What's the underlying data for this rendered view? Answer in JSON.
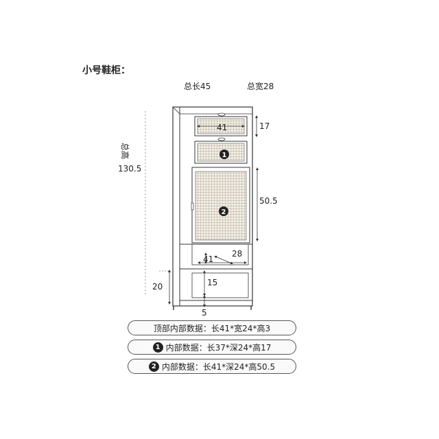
{
  "title": "小号鞋柜：",
  "dimensions": {
    "total_length": "总长45",
    "total_width": "总宽28",
    "total_height_label": "总高",
    "total_height_value": "130.5",
    "drawer_height": "17",
    "drawer_width": "41",
    "door_height": "50.5",
    "shelf_width": "41",
    "shelf_depth": "28",
    "shelf_gap": "15",
    "leg_height": "20",
    "base_height": "5"
  },
  "badges": {
    "one": "1",
    "two": "2"
  },
  "specs": {
    "top": "顶部内部数据：长41*宽24*高3",
    "one": "内部数据：长37*深24*高17",
    "two": "内部数据：长41*深24*高50.5"
  }
}
